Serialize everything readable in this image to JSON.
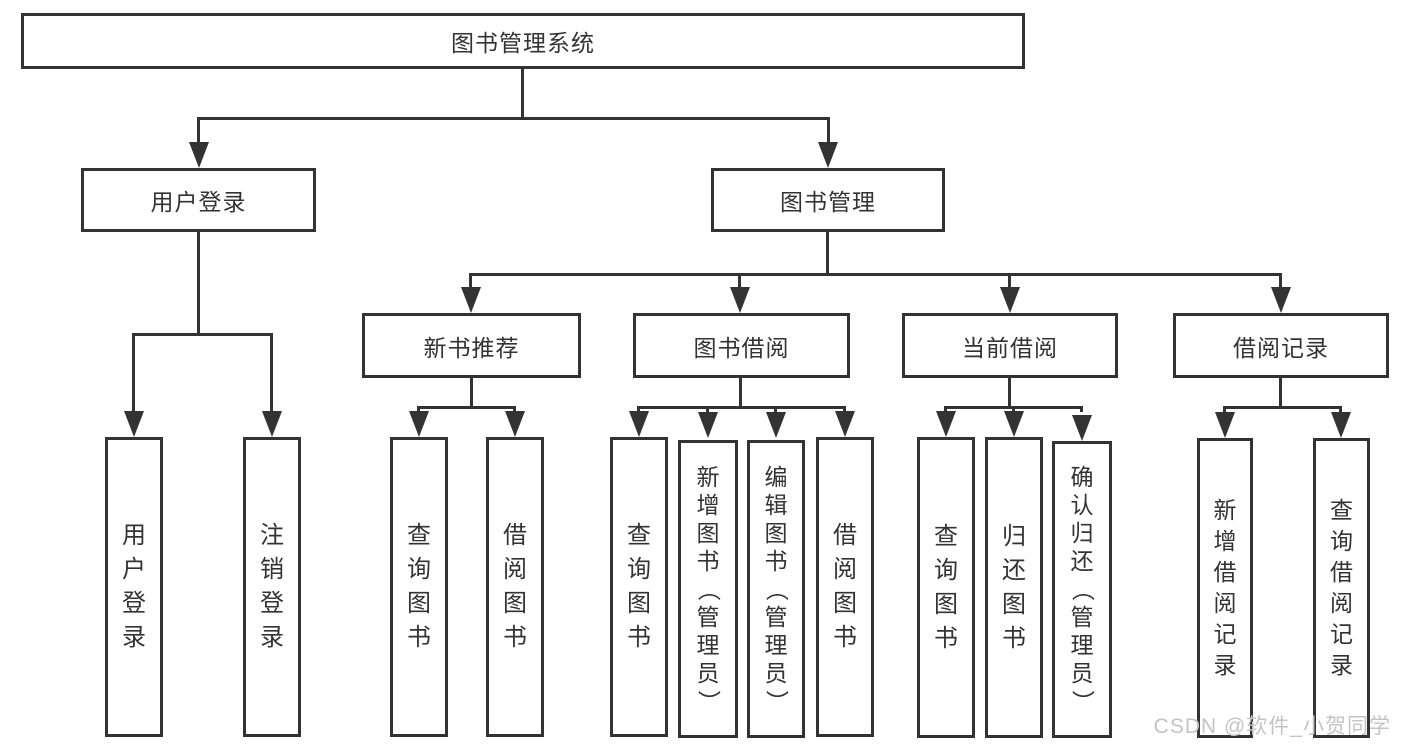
{
  "colors": {
    "line": "#333333",
    "text": "#333333",
    "background": "#ffffff",
    "watermark": "#c4c4c4"
  },
  "diagram": {
    "root": {
      "label": "图书管理系统"
    },
    "branches": {
      "user_login": {
        "label": "用户登录"
      },
      "book_mgmt": {
        "label": "图书管理"
      }
    },
    "modules": {
      "new_book": {
        "label": "新书推荐"
      },
      "book_borrow": {
        "label": "图书借阅"
      },
      "current_borrow": {
        "label": "当前借阅"
      },
      "borrow_record": {
        "label": "借阅记录"
      }
    },
    "leaves": {
      "user_login": [
        "用户登录",
        "注销登录"
      ],
      "new_book": [
        "查询图书",
        "借阅图书"
      ],
      "book_borrow": [
        "查询图书",
        "新增图书（管理员）",
        "编辑图书（管理员）",
        "借阅图书"
      ],
      "current_borrow": [
        "查询图书",
        "归还图书",
        "确认归还（管理员）"
      ],
      "borrow_record": [
        "新增借阅记录",
        "查询借阅记录"
      ]
    }
  },
  "watermark": {
    "text": "CSDN @软件_小贺同学"
  }
}
